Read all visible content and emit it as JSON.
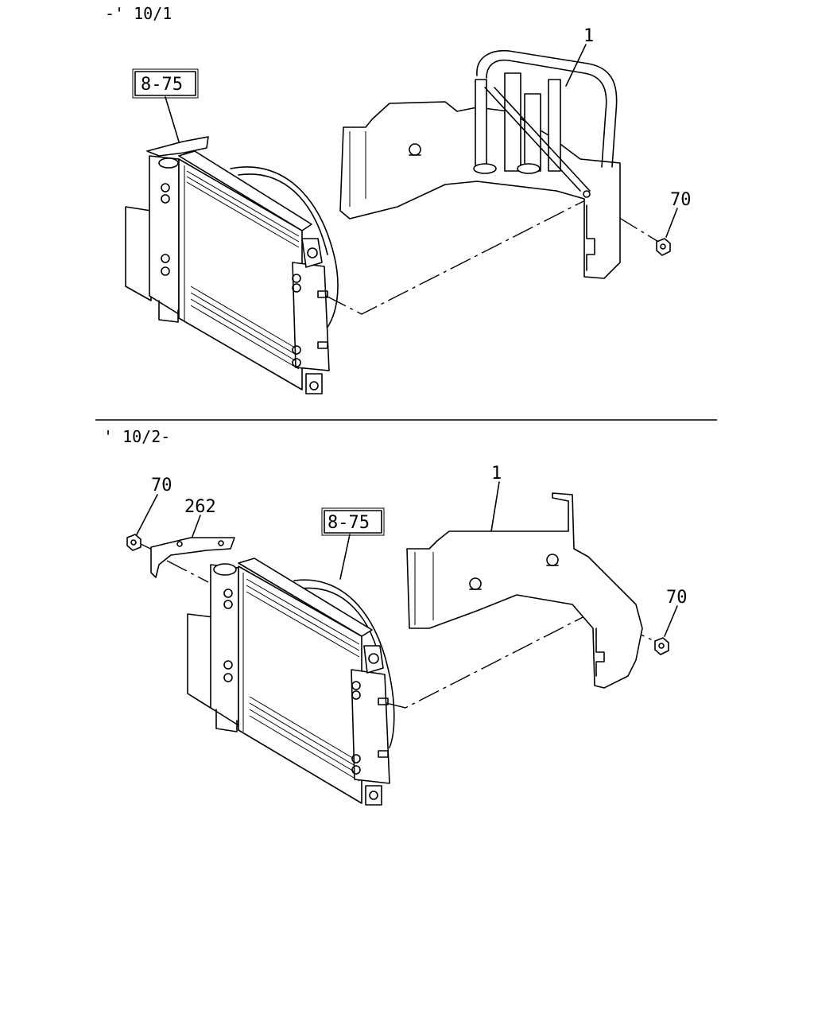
{
  "sections": [
    {
      "variant_label": "-' 10/1",
      "callouts": {
        "bracket": "1",
        "nut": "70",
        "reference": "8-75"
      }
    },
    {
      "variant_label": "' 10/2-",
      "callouts": {
        "bracket": "1",
        "nut_left": "70",
        "nut_right": "70",
        "small_bracket": "262",
        "reference": "8-75"
      }
    }
  ]
}
